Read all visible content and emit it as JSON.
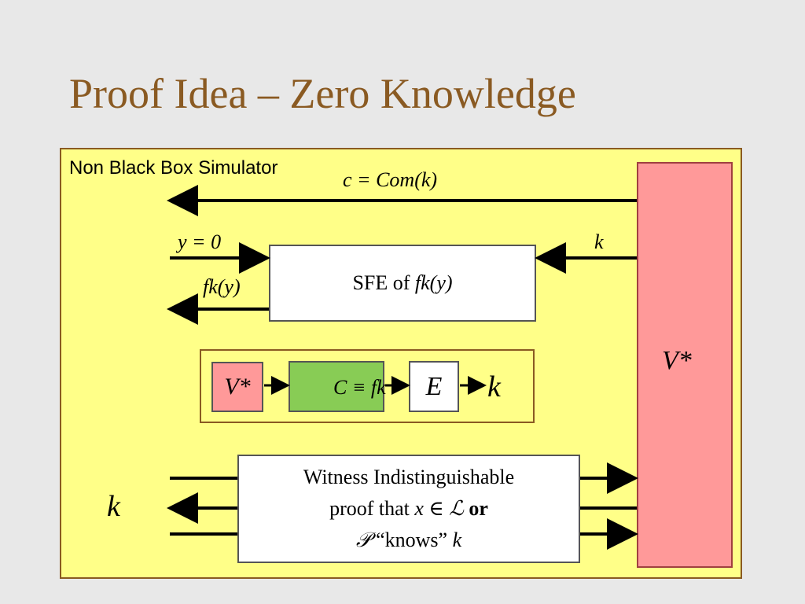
{
  "slide": {
    "title": "Proof Idea – Zero Knowledge",
    "panel_label": "Non Black Box Simulator"
  },
  "diagram": {
    "commit_label": "c = Com(k)",
    "y_label": "y = 0",
    "f_output_label": "fk(y)",
    "k_top_label": "k",
    "sfe_box_prefix": "SFE of ",
    "sfe_box_func": "fk(y)",
    "verifier_big": "V*",
    "verifier_small": "V*",
    "circuit_label": "C ≡ fk",
    "extractor_label": "E",
    "extract_output": "k",
    "wi_line1": "Witness Indistinguishable",
    "wi_line2_prefix": "proof that ",
    "wi_line2_math": "x ∈ ℒ",
    "wi_line2_or": "or",
    "wi_line3_math": "𝒫",
    "wi_line3_text": "“knows”",
    "wi_line3_k": "k",
    "k_left_label": "k"
  },
  "colors": {
    "title": "#8a5a22",
    "panel_fill": "#ffff88",
    "verifier_fill": "#ff9999",
    "circuit_fill": "#88cc55"
  }
}
